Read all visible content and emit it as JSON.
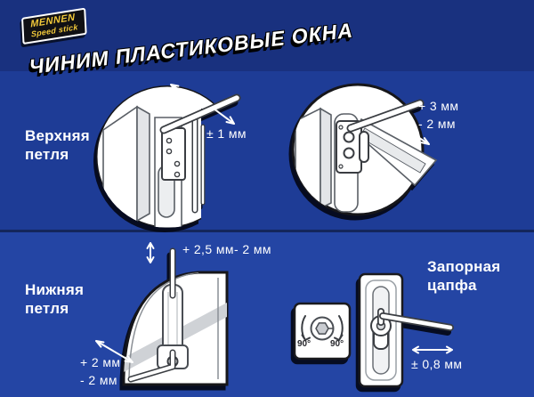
{
  "colors": {
    "header_bg": "#19317f",
    "upper_bg": "#1e3c96",
    "lower_bg": "#2445a4",
    "divider": "#14265c",
    "logo_text": "#f2c93a",
    "logo_bg": "#101014",
    "text": "#ffffff"
  },
  "brand": {
    "line1": "MENNEN",
    "line2": "Speed stick"
  },
  "title": "ЧИНИМ ПЛАСТИКОВЫЕ ОКНА",
  "sections": {
    "top_hinge": {
      "label": "Верхняя петля",
      "measure": "± 1 мм"
    },
    "top_hinge_lateral": {
      "measure_plus": "+ 3 мм",
      "measure_minus": "- 2 мм"
    },
    "bottom_hinge": {
      "label": "Нижняя петля",
      "vertical_plus": "+ 2,5 мм",
      "vertical_minus": "- 2 мм",
      "lateral_plus": "+ 2 мм",
      "lateral_minus": "- 2 мм"
    },
    "locking_cam": {
      "label": "Запорная цапфа",
      "measure": "± 0,8 мм",
      "angle_left": "90°",
      "angle_right": "90°"
    }
  }
}
